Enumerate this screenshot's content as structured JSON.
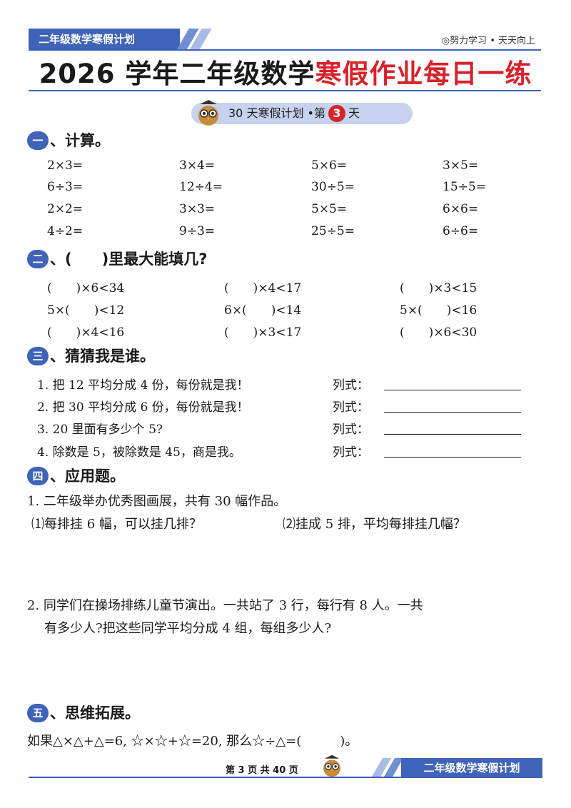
{
  "header": {
    "tab_label": "二年级数学寒假计划",
    "motto": "◎努力学习 • 天天向上",
    "title_black": "2026 学年二年级数学",
    "title_red": "寒假作业每日一练",
    "plan_prefix": "30 天寒假计划 •第",
    "plan_day": "3",
    "plan_suffix": "天"
  },
  "sections": {
    "s1": {
      "num": "一",
      "title": "、计算。",
      "rows": [
        [
          "2×3=",
          "3×4=",
          "5×6=",
          "3×5="
        ],
        [
          "6÷3=",
          "12÷4=",
          "30÷5=",
          "15÷5="
        ],
        [
          "2×2=",
          "3×3=",
          "5×5=",
          "6×6="
        ],
        [
          "4÷2=",
          "9÷3=",
          "25÷5=",
          "6÷6="
        ]
      ]
    },
    "s2": {
      "num": "二",
      "title": "、(　　)里最大能填几?",
      "rows": [
        [
          "(　　)×6<34",
          "(　　)×4<17",
          "(　　)×3<15"
        ],
        [
          "5×(　　)<12",
          "6×(　　)<14",
          "5×(　　)<16"
        ],
        [
          "(　　)×4<16",
          "(　　)×3<17",
          "(　　)×6<30"
        ]
      ]
    },
    "s3": {
      "num": "三",
      "title": "、猜猜我是谁。",
      "label": "列式：",
      "items": [
        "1. 把 12 平均分成 4 份，每份就是我！",
        "2. 把 30 平均分成 6 份，每份就是我！",
        "3. 20 里面有多少个 5?",
        "4. 除数是 5，被除数是 45，商是我。"
      ]
    },
    "s4": {
      "num": "四",
      "title": "、应用题。",
      "q1": "1. 二年级举办优秀图画展，共有 30 幅作品。",
      "q1a": "⑴每排挂 6 幅，可以挂几排？",
      "q1b": "⑵挂成 5 排，平均每排挂几幅？",
      "q2_line1": "2. 同学们在操场排练儿童节演出。一共站了 3 行，每行有 8 人。一共",
      "q2_line2": "有多少人?把这些同学平均分成 4 组，每组多少人?"
    },
    "s5": {
      "num": "五",
      "title": "、思维拓展。",
      "q": "如果△×△+△=6, ☆×☆+☆=20, 那么☆÷△=(　　　)。"
    }
  },
  "footer": {
    "page": "第 3 页 共 40 页",
    "tab_label": "二年级数学寒假计划"
  },
  "colors": {
    "accent": "#3f63b8",
    "red": "#d7222a",
    "pill": "#c7d3ee"
  }
}
